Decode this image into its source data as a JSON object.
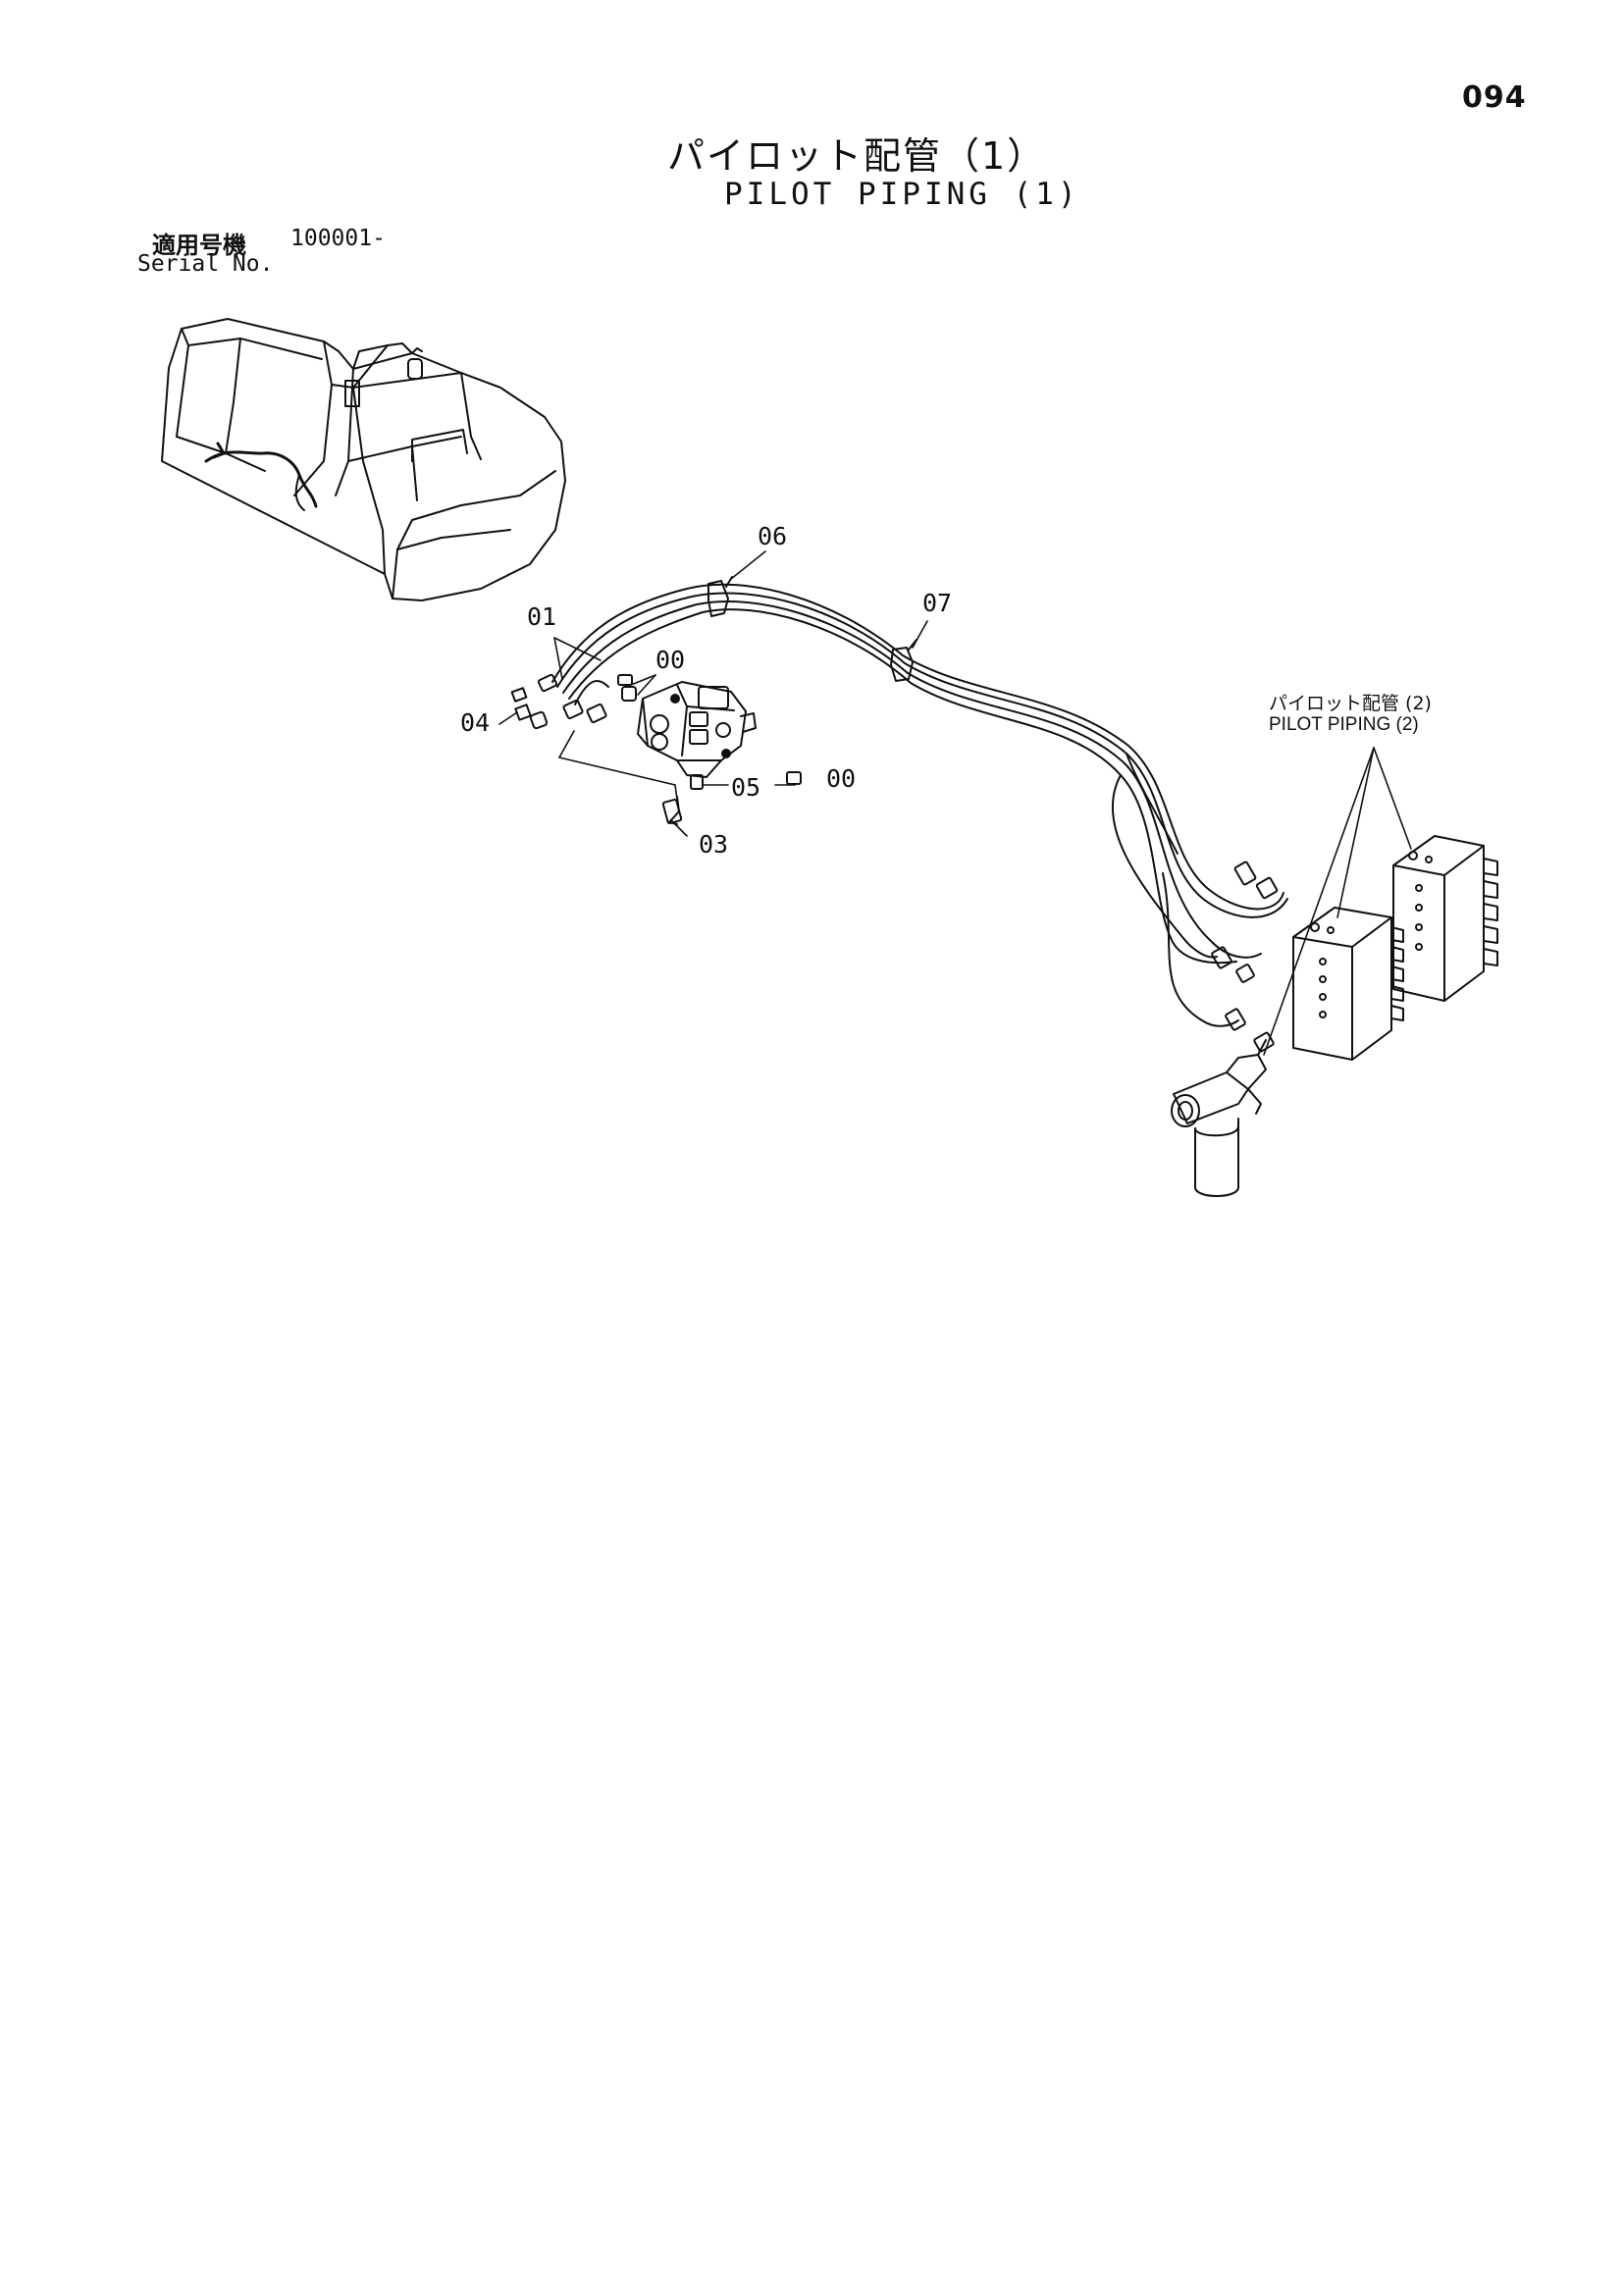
{
  "page": {
    "number": "094",
    "title_jp": "パイロット配管（1）",
    "title_en": "PILOT PIPING (1)",
    "serial_label_jp": "適用号機",
    "serial_value": "100001-",
    "serial_label_en": "Serial No."
  },
  "callouts": {
    "c01": "01",
    "c00a": "00",
    "c04": "04",
    "c05": "05",
    "c00b": "00",
    "c03": "03",
    "c06": "06",
    "c07": "07"
  },
  "reference": {
    "jp": "パイロット配管 (2)",
    "en": "PILOT PIPING (2)"
  },
  "colors": {
    "ink": "#111111",
    "paper": "#ffffff"
  }
}
